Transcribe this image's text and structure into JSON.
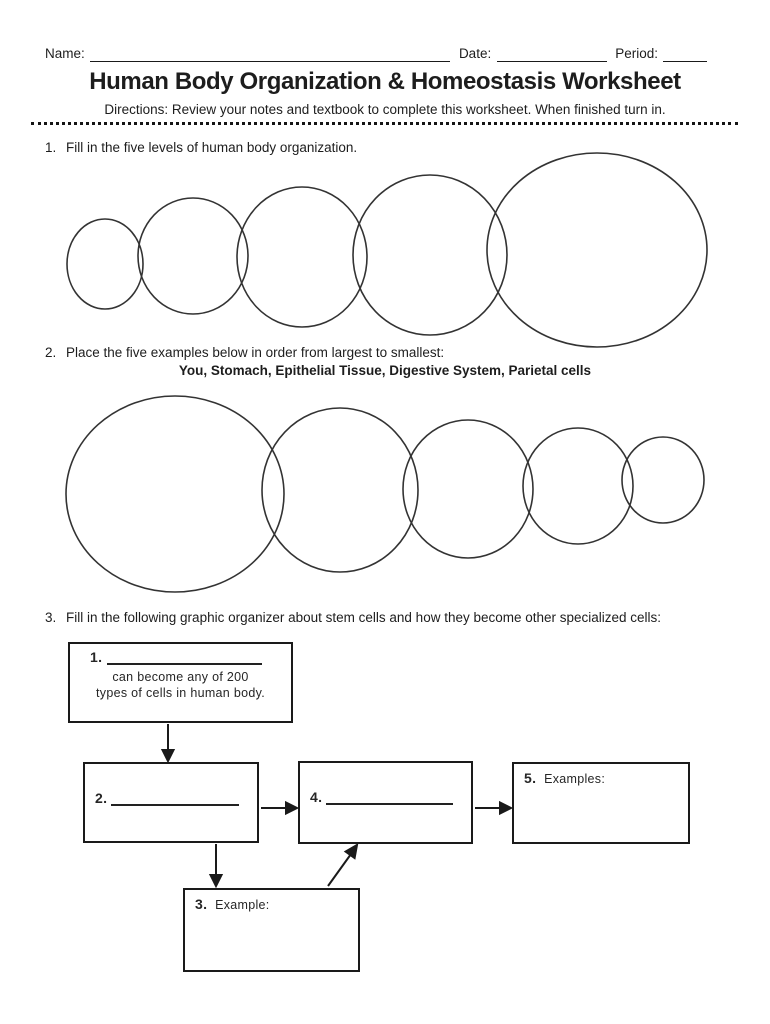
{
  "header": {
    "name_label": "Name:",
    "date_label": "Date:",
    "period_label": "Period:",
    "title": "Human Body Organization & Homeostasis Worksheet",
    "directions": "Directions: Review your notes and textbook to complete this worksheet. When finished turn in."
  },
  "questions": {
    "q1": {
      "number": "1.",
      "text": "Fill in the five levels of human body organization."
    },
    "q2": {
      "number": "2.",
      "text": "Place the five examples below in order from largest to smallest:",
      "examples": "You, Stomach, Epithelial Tissue, Digestive System, Parietal cells"
    },
    "q3": {
      "number": "3.",
      "text": "Fill in the following graphic organizer about stem cells and how they become other specialized cells:"
    }
  },
  "organizer": {
    "box1": {
      "number": "1.",
      "line1": "can become any of 200",
      "line2": "types of cells in human body."
    },
    "box2": {
      "number": "2."
    },
    "box3": {
      "number": "3.",
      "label": "Example:"
    },
    "box4": {
      "number": "4."
    },
    "box5": {
      "number": "5.",
      "label": "Examples:"
    }
  },
  "colors": {
    "ink": "#1d1d1d",
    "border": "#1a1a1a",
    "circle_stroke": "#333333"
  }
}
